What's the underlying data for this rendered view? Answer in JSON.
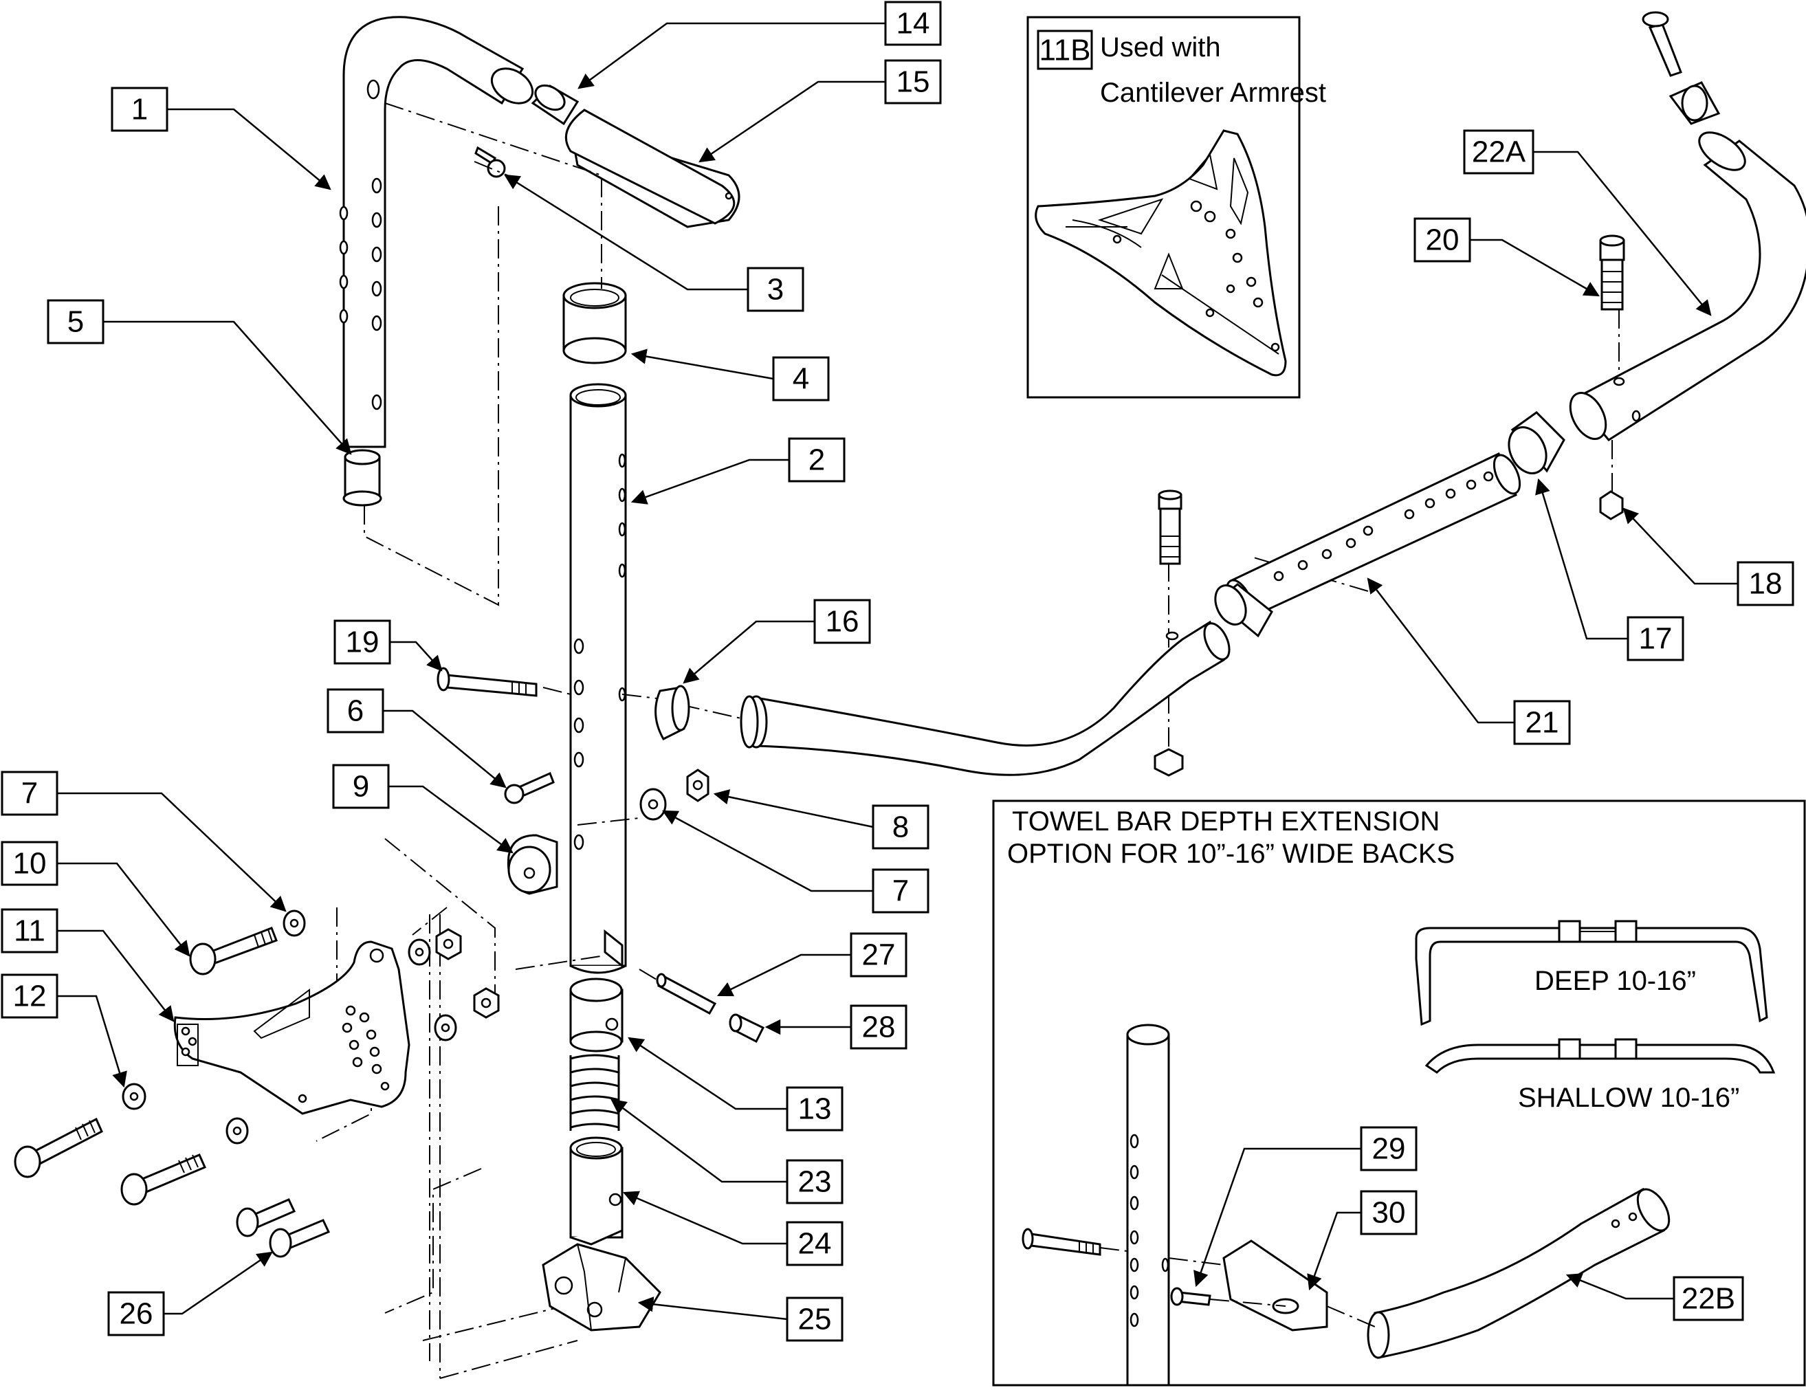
{
  "callouts": [
    "1",
    "2",
    "3",
    "4",
    "5",
    "6",
    "7",
    "7",
    "8",
    "9",
    "10",
    "11",
    "12",
    "13",
    "14",
    "15",
    "16",
    "17",
    "18",
    "19",
    "20",
    "21",
    "22A",
    "22B",
    "23",
    "24",
    "25",
    "26",
    "27",
    "28",
    "29",
    "30"
  ],
  "inset_11b": {
    "callout": "11B",
    "line1": "Used with",
    "line2": "Cantilever Armrest"
  },
  "inset_towel": {
    "title_line1": "TOWEL BAR DEPTH EXTENSION",
    "title_line2": "OPTION FOR 10”-16” WIDE BACKS",
    "deep_label": "DEEP 10-16”",
    "shallow_label": "SHALLOW 10-16”"
  }
}
